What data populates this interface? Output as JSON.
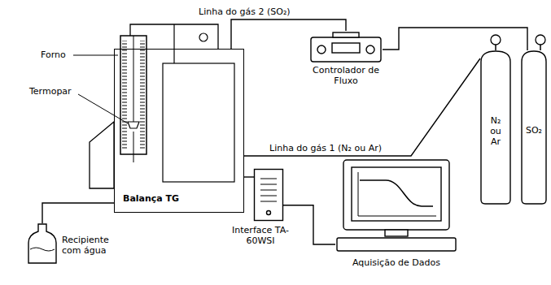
{
  "diagram": {
    "nodes": [
      {
        "text": [
          "Balança TG"
        ]
      },
      {
        "text": [
          "Controlador de Fluxo"
        ]
      },
      {
        "text": [
          "N₂ ou Ar"
        ]
      },
      {
        "text": [
          "SO₂"
        ]
      },
      {
        "text": [
          "Interface TA-60WSI"
        ]
      },
      {
        "text": [
          "Aquisição de Dados"
        ]
      },
      {
        "text": [
          "Recipiente com água"
        ]
      }
    ],
    "edges": [
      {
        "from": 3,
        "to": 1,
        "arrow": "none"
      },
      {
        "from": 1,
        "to": 0,
        "label": "Linha do gás 2 (SO₂)",
        "arrow": "none"
      },
      {
        "from": 2,
        "to": 0,
        "label": "Linha do gás 1 (N₂ ou Ar)",
        "arrow": "none"
      },
      {
        "from": 0,
        "to": 4,
        "arrow": "none"
      },
      {
        "from": 4,
        "to": 5,
        "arrow": "none"
      },
      {
        "from": 0,
        "to": 6,
        "arrow": "none"
      }
    ],
    "labels": [
      "Forno",
      "Termopar"
    ]
  }
}
